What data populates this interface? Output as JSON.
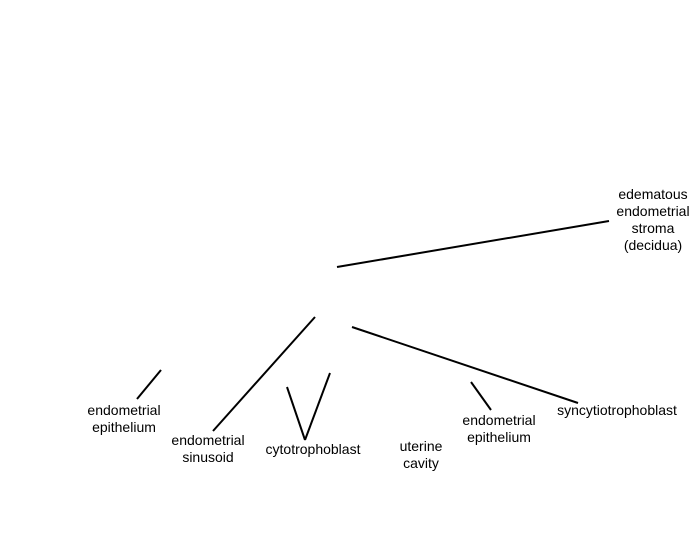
{
  "labels": {
    "edematous_stroma": "edematous\nendometrial\nstroma\n(decidua)",
    "endometrial_epithelium_left": "endometrial\nepithelium",
    "endometrial_sinusoid": "endometrial\nsinusoid",
    "cytotrophoblast": "cytotrophoblast",
    "uterine_cavity": "uterine\ncavity",
    "endometrial_epithelium_right": "endometrial\nepithelium",
    "syncytiotrophoblast": "syncytiotrophoblast"
  },
  "colors": {
    "line": "#000000",
    "text": "#000000",
    "background": "#ffffff"
  }
}
